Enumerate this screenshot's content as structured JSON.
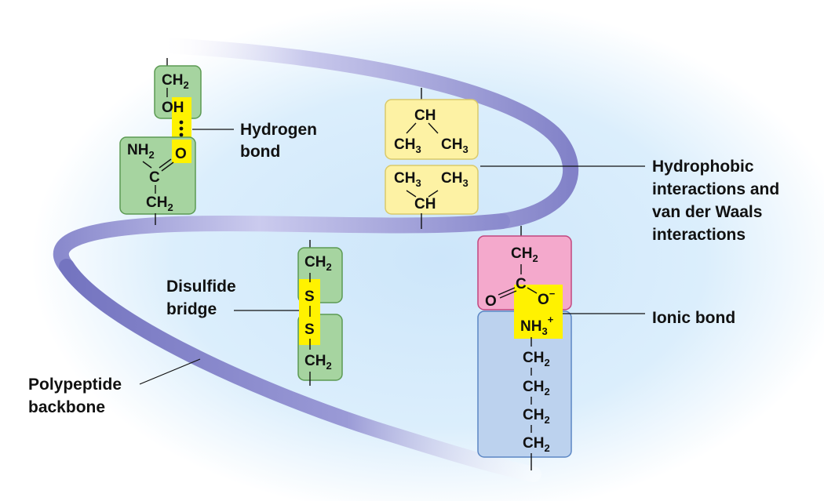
{
  "colors": {
    "background_glow": "#d7ecfb",
    "backbone": "#8f8fd2",
    "backbone_dark": "#6b6bb8",
    "green_box": "#a6d4a0",
    "green_border": "#5b9a52",
    "yellow_box": "#fdf2a4",
    "yellow_border": "#d9c96b",
    "pink_box": "#f4a9cc",
    "pink_border": "#c2477f",
    "blue_box": "#bcd2ee",
    "blue_border": "#5b86c4",
    "highlight": "#fff200"
  },
  "labels": {
    "hydrogen_bond": [
      "Hydrogen",
      "bond"
    ],
    "hydrophobic": [
      "Hydrophobic",
      "interactions and",
      "van der Waals",
      "interactions"
    ],
    "disulfide": [
      "Disulfide",
      "bridge"
    ],
    "ionic_bond": "Ionic bond",
    "backbone": [
      "Polypeptide",
      "backbone"
    ]
  },
  "hydrogen_group": {
    "top_ch": "CH",
    "top_ch_sub": "2",
    "oh": "OH",
    "o": "O",
    "nh": "NH",
    "nh_sub": "2",
    "c": "C",
    "bottom_ch": "CH",
    "bottom_ch_sub": "2"
  },
  "hydrophobic_group": {
    "top_ch": "CH",
    "top_left": "CH",
    "top_left_sub": "3",
    "top_right": "CH",
    "top_right_sub": "3",
    "bottom_left": "CH",
    "bottom_left_sub": "3",
    "bottom_right": "CH",
    "bottom_right_sub": "3",
    "bottom_ch": "CH"
  },
  "disulfide_group": {
    "top_ch": "CH",
    "top_ch_sub": "2",
    "s1": "S",
    "s2": "S",
    "bottom_ch": "CH",
    "bottom_ch_sub": "2"
  },
  "ionic_group": {
    "carboxyl_ch": "CH",
    "carboxyl_ch_sub": "2",
    "c": "C",
    "o_left": "O",
    "o_right": "O",
    "o_right_sup": "−",
    "nh": "NH",
    "nh_sub": "3",
    "nh_sup": "+",
    "chain": [
      {
        "t": "CH",
        "s": "2"
      },
      {
        "t": "CH",
        "s": "2"
      },
      {
        "t": "CH",
        "s": "2"
      },
      {
        "t": "CH",
        "s": "2"
      }
    ]
  }
}
